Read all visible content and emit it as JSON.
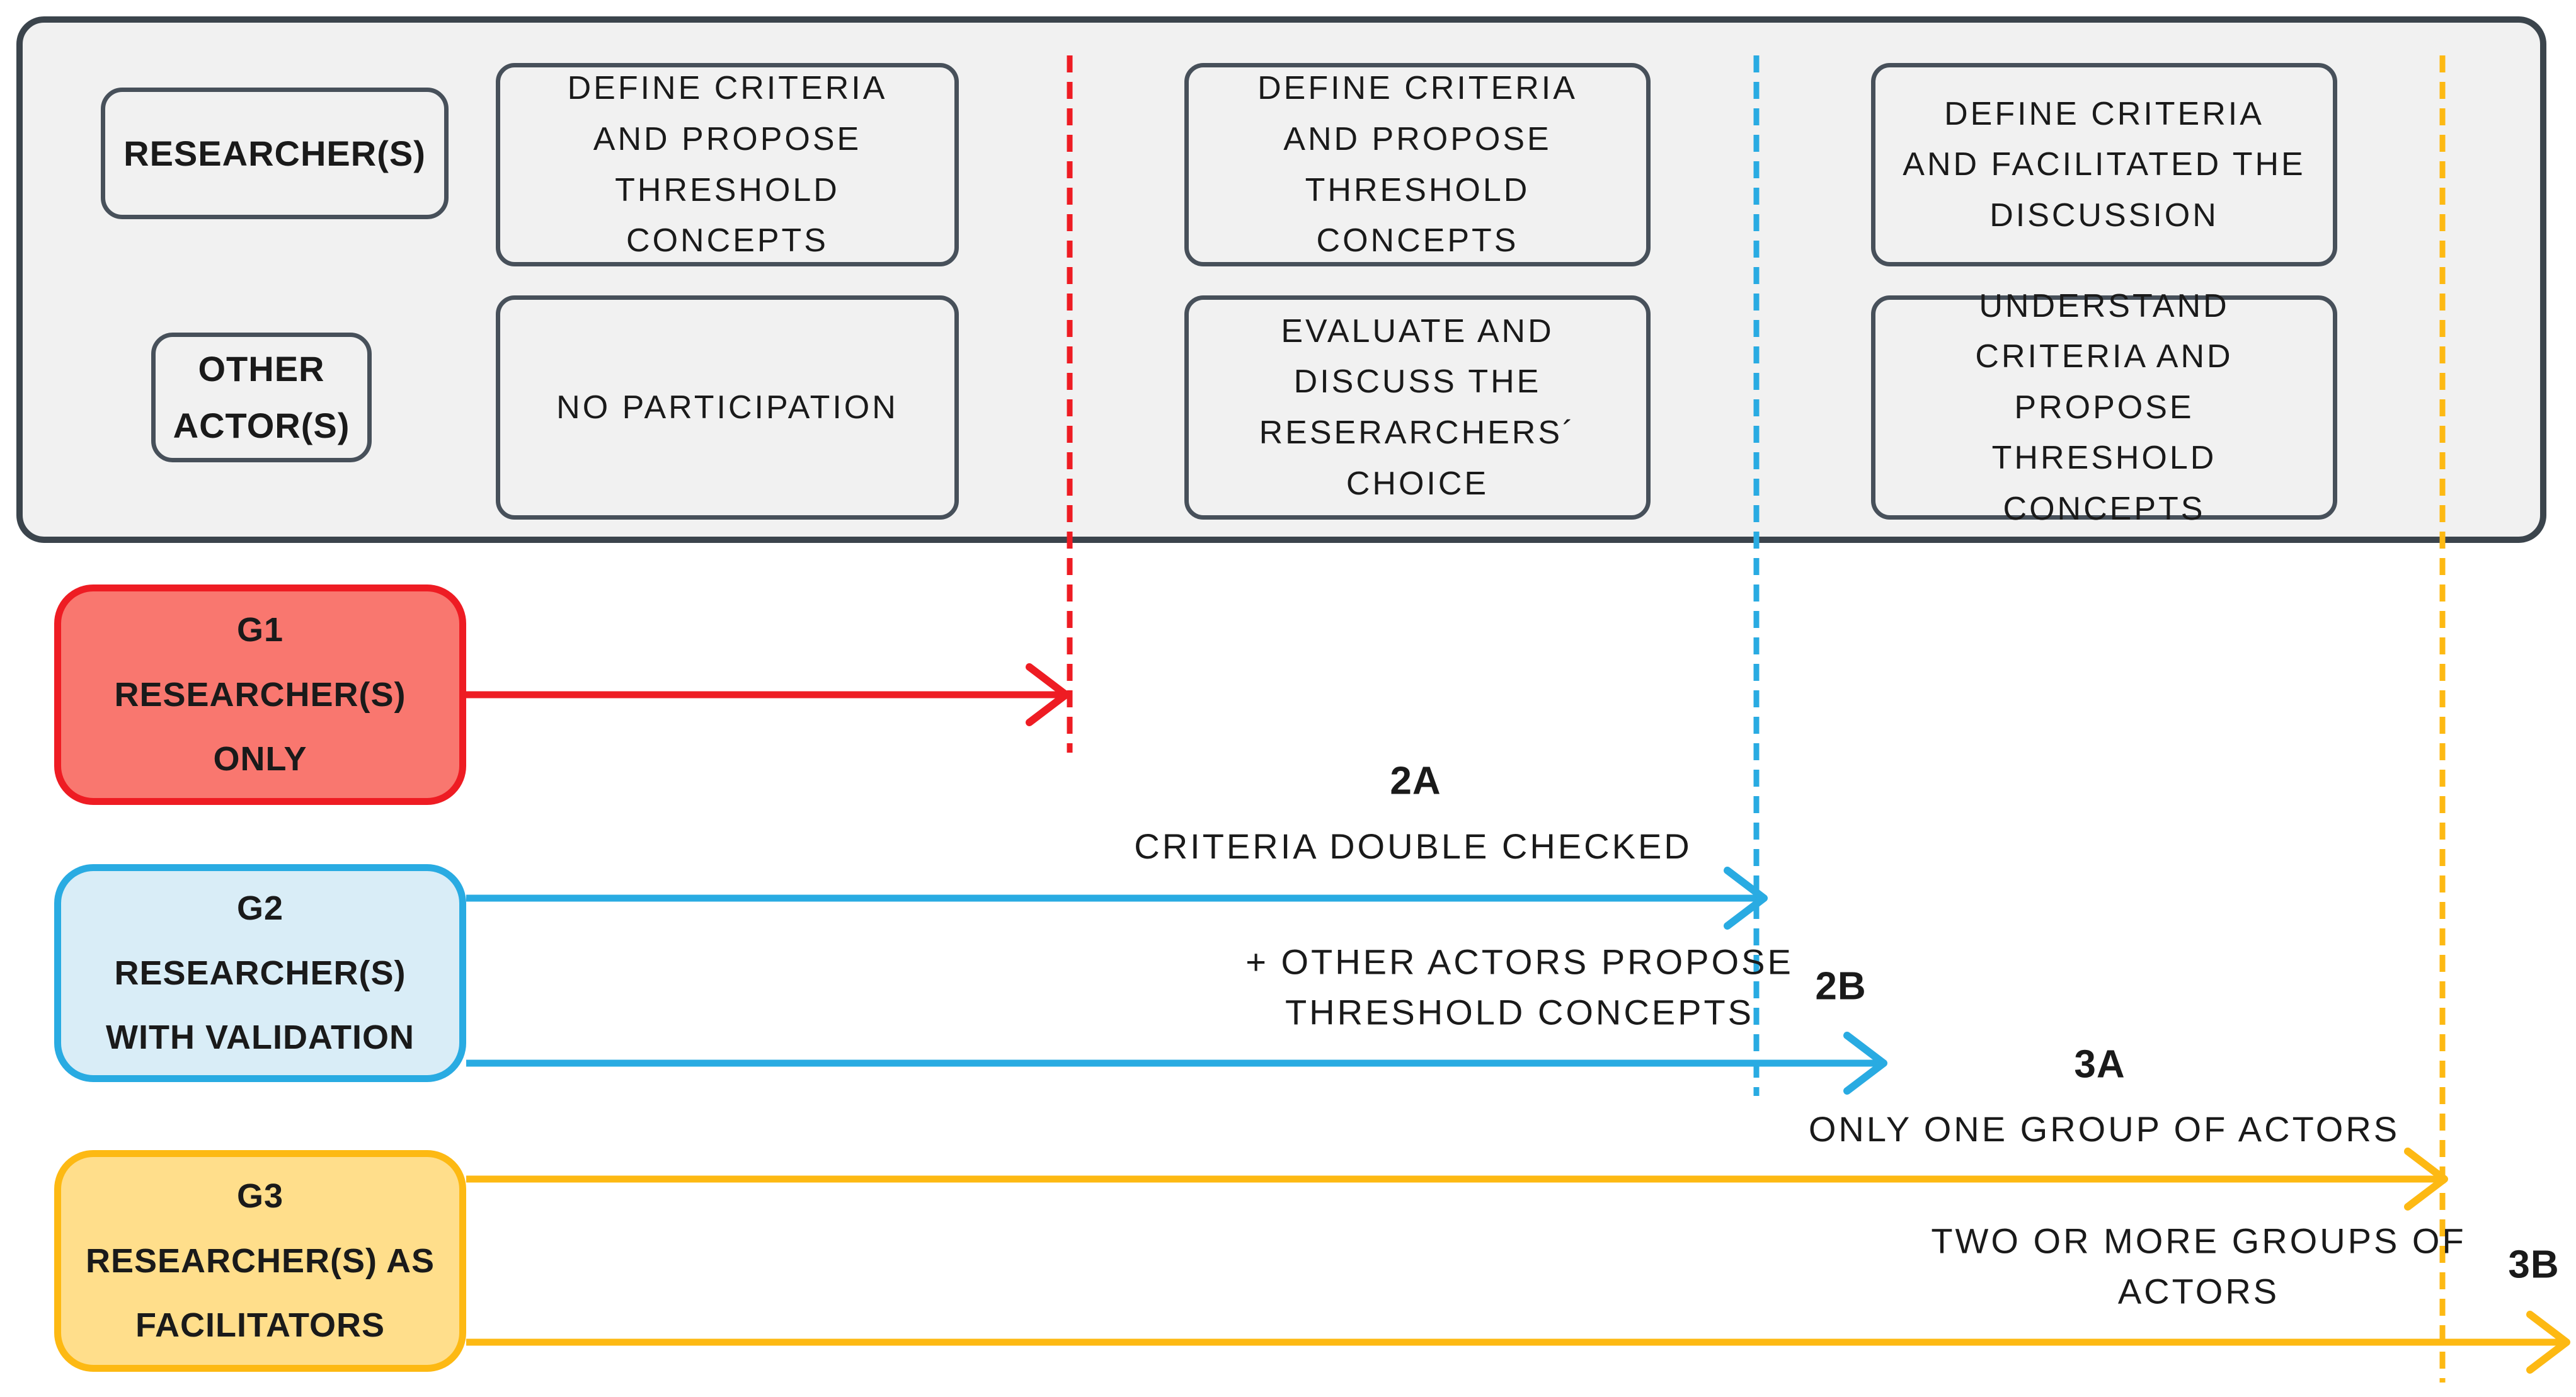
{
  "figure_title": "Participation setups of researchers and other actors across groups G1-G3",
  "colors": {
    "panel_bg": "#f1f1f1",
    "panel_border": "#3b444c",
    "box_border": "#47505a",
    "text": "#1a1a1a",
    "red": "#ee1c23",
    "red_fill": "#f9776f",
    "blue": "#29abe2",
    "blue_fill": "#d9edf7",
    "yellow": "#fdb913",
    "yellow_fill": "#ffde8b"
  },
  "panel": {
    "researcher_label": "RESEARCHER(S)",
    "other_actor_lines": [
      "OTHER",
      "ACTOR(S)"
    ],
    "cells": {
      "g1_researchers": "DEFINE CRITERIA AND PROPOSE THRESHOLD CONCEPTS",
      "g1_others": "NO PARTICIPATION",
      "g2_researchers": "DEFINE CRITERIA AND PROPOSE THRESHOLD CONCEPTS",
      "g2_others": "EVALUATE AND DISCUSS THE RESERARCHERS´ CHOICE",
      "g3_researchers": "DEFINE CRITERIA AND FACILITATED THE DISCUSSION",
      "g3_others": "UNDERSTAND CRITERIA AND PROPOSE THRESHOLD CONCEPTS"
    }
  },
  "groups": [
    {
      "line1": "G1",
      "line2": "RESEARCHER(S)",
      "line3": "ONLY"
    },
    {
      "line1": "G2",
      "line2": "RESEARCHER(S)",
      "line3": "WITH VALIDATION"
    },
    {
      "line1": "G3",
      "line2": "RESEARCHER(S) AS",
      "line3": "FACILITATORS"
    }
  ],
  "annotations": {
    "s2a": {
      "code": "2A",
      "text": "CRITERIA DOUBLE CHECKED"
    },
    "s2b": {
      "code": "2B",
      "line1": "+ OTHER ACTORS PROPOSE",
      "line2": "THRESHOLD CONCEPTS"
    },
    "s3a": {
      "code": "3A",
      "text": "ONLY ONE GROUP OF ACTORS"
    },
    "s3b": {
      "code": "3B",
      "line1": "TWO OR MORE GROUPS OF",
      "line2": "ACTORS"
    }
  }
}
